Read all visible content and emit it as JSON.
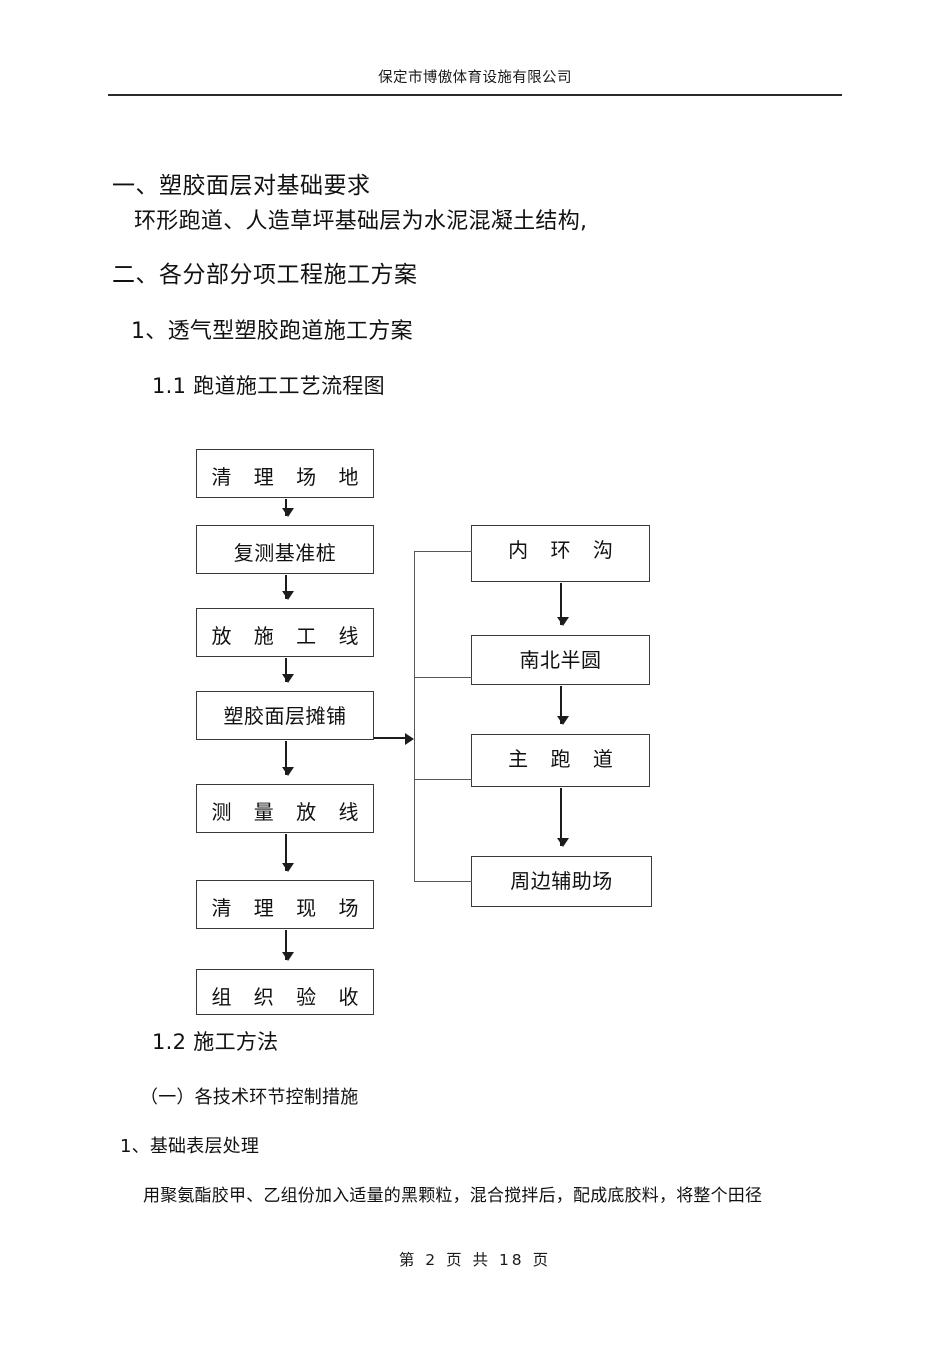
{
  "document": {
    "header": {
      "company": "保定市博傲体育设施有限公司"
    },
    "footer": {
      "page_label": "第 2 页 共 18 页"
    }
  },
  "sections": [
    {
      "id": "sec-1",
      "number": "一、",
      "title": "一、塑胶面层对基础要求"
    },
    {
      "id": "sec-1-line",
      "text": "环形跑道、人造草坪基础层为水泥混凝土结构,"
    },
    {
      "id": "sec-2",
      "number": "二、",
      "title": "二、各分部分项工程施工方案"
    },
    {
      "id": "sub-1",
      "title": "1、透气型塑胶跑道施工方案"
    },
    {
      "id": "sub-1-1",
      "title": "1.1  跑道施工工艺流程图"
    },
    {
      "id": "sub-1-2",
      "title": "1.2  施工方法"
    },
    {
      "id": "item-yi",
      "title": "（一）各技术环节控制措施"
    },
    {
      "id": "item-1",
      "title": "1、基础表层处理"
    },
    {
      "id": "para-1",
      "text": "用聚氨酯胶甲、乙组份加入适量的黑颗粒，混合搅拌后，配成底胶料，将整个田径"
    }
  ],
  "flowchart": {
    "title": "跑道施工工艺流程图",
    "main_column": [
      {
        "id": "fc-1",
        "label": "清 理 场 地"
      },
      {
        "id": "fc-2",
        "label": "复测基准桩"
      },
      {
        "id": "fc-3",
        "label": "放 施 工 线"
      },
      {
        "id": "fc-4",
        "label": "塑胶面层摊铺"
      },
      {
        "id": "fc-5",
        "label": "测 量 放 线"
      },
      {
        "id": "fc-6",
        "label": "清 理 现 场"
      },
      {
        "id": "fc-7",
        "label": "组 织 验 收"
      }
    ],
    "branch_column": [
      {
        "id": "fb-1",
        "label": "内 环 沟"
      },
      {
        "id": "fb-2",
        "label": "南北半圆"
      },
      {
        "id": "fb-3",
        "label": "主 跑 道"
      },
      {
        "id": "fb-4",
        "label": "周边辅助场"
      }
    ],
    "colors": {
      "box_border": "#3a3a3a",
      "arrow": "#1c1c1c",
      "connector": "#585858"
    }
  }
}
